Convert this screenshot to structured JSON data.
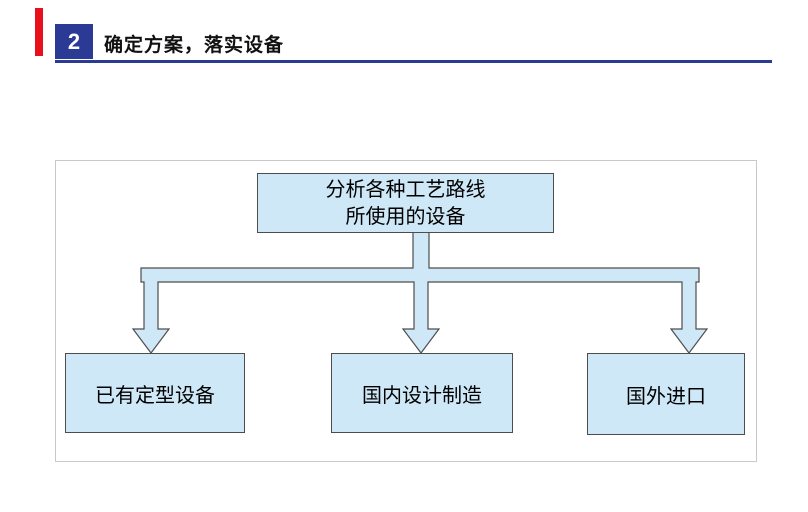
{
  "header": {
    "number": "2",
    "title": "确定方案，落实设备",
    "colors": {
      "accent_red": "#e8101c",
      "accent_blue": "#2b3a94"
    }
  },
  "flowchart": {
    "root": {
      "line1": "分析各种工艺路线",
      "line2": "所使用的设备"
    },
    "branches": [
      {
        "label": "已有定型设备"
      },
      {
        "label": "国内设计制造"
      },
      {
        "label": "国外进口"
      }
    ],
    "colors": {
      "node_fill": "#cfe8f7",
      "node_border": "#4d4d4d"
    }
  }
}
